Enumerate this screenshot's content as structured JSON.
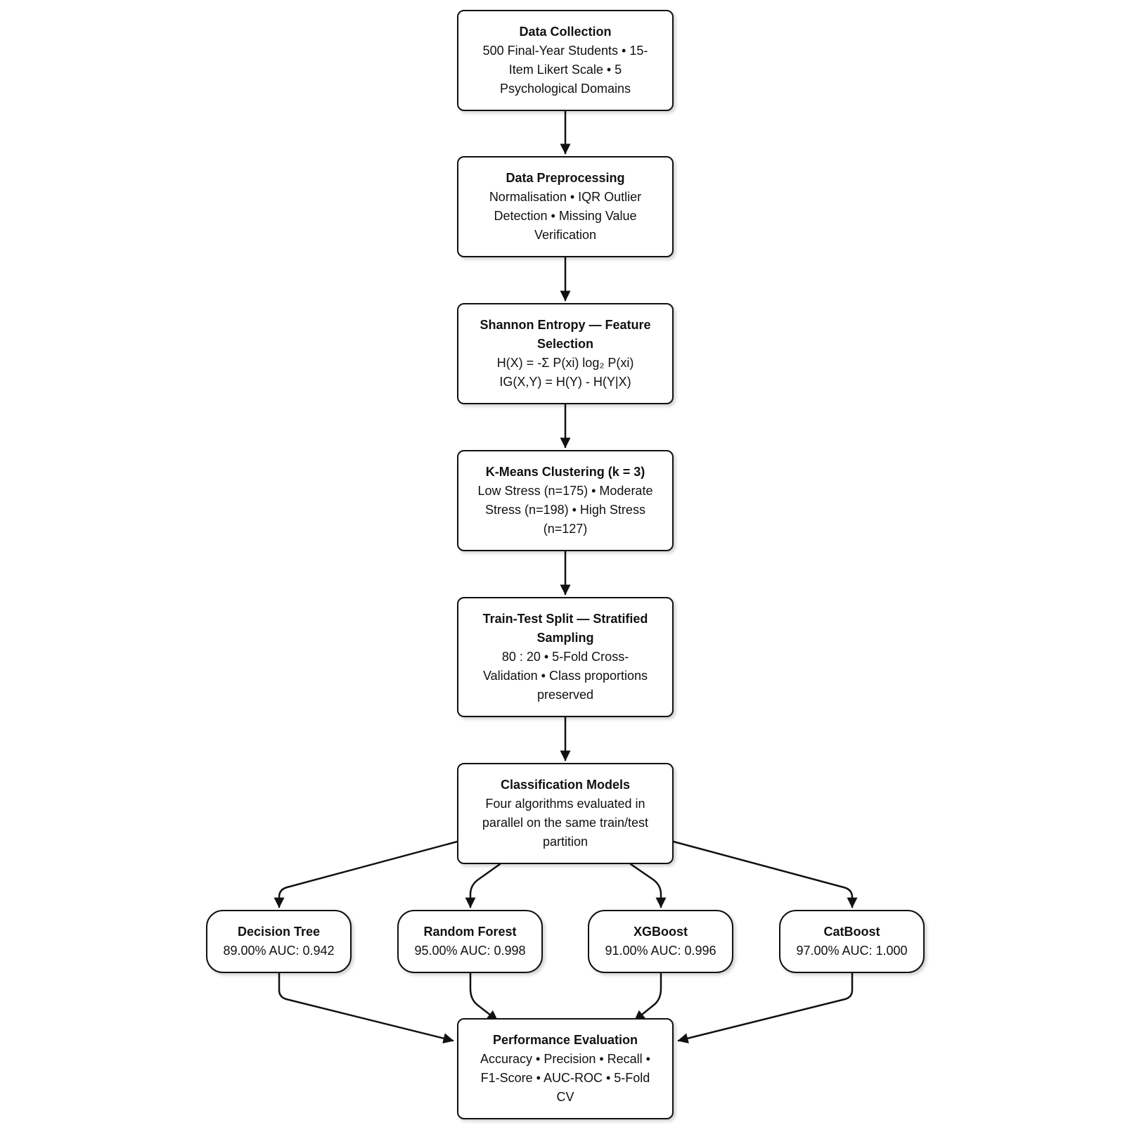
{
  "diagram": {
    "nodes": {
      "collect": {
        "title": "Data Collection",
        "lines": [
          "500 Final-Year Students • 15-",
          "Item Likert Scale • 5",
          "Psychological Domains"
        ]
      },
      "preproc": {
        "title": "Data Preprocessing",
        "lines": [
          "Normalisation • IQR Outlier",
          "Detection • Missing Value",
          "Verification"
        ]
      },
      "entropy": {
        "title_lines": [
          "Shannon Entropy — Feature",
          "Selection"
        ],
        "lines": [
          "H(X) = -Σ P(xi) log₂ P(xi)",
          "IG(X,Y) = H(Y) - H(Y|X)"
        ]
      },
      "kmeans": {
        "title": "K-Means Clustering (k = 3)",
        "lines": [
          "Low Stress (n=175) • Moderate",
          "Stress (n=198) • High Stress",
          "(n=127)"
        ]
      },
      "split": {
        "title_lines": [
          "Train-Test Split — Stratified",
          "Sampling"
        ],
        "lines": [
          "80 : 20 • 5-Fold Cross-",
          "Validation • Class proportions",
          "preserved"
        ]
      },
      "classify": {
        "title": "Classification Models",
        "lines": [
          "Four algorithms evaluated in",
          "parallel on the same train/test",
          "partition"
        ]
      },
      "models": [
        {
          "title": "Decision Tree",
          "metrics": "89.00% AUC: 0.942"
        },
        {
          "title": "Random Forest",
          "metrics": "95.00% AUC: 0.998"
        },
        {
          "title": "XGBoost",
          "metrics": "91.00% AUC: 0.996"
        },
        {
          "title": "CatBoost",
          "metrics": "97.00% AUC: 1.000"
        }
      ],
      "eval": {
        "title": "Performance Evaluation",
        "lines": [
          "Accuracy • Precision • Recall •",
          "F1-Score • AUC-ROC • 5-Fold",
          "CV"
        ]
      }
    },
    "edges": [
      [
        "collect",
        "preproc"
      ],
      [
        "preproc",
        "entropy"
      ],
      [
        "entropy",
        "kmeans"
      ],
      [
        "kmeans",
        "split"
      ],
      [
        "split",
        "classify"
      ],
      [
        "classify",
        "decision-tree"
      ],
      [
        "classify",
        "random-forest"
      ],
      [
        "classify",
        "xgboost"
      ],
      [
        "classify",
        "catboost"
      ],
      [
        "decision-tree",
        "eval"
      ],
      [
        "random-forest",
        "eval"
      ],
      [
        "xgboost",
        "eval"
      ],
      [
        "catboost",
        "eval"
      ]
    ],
    "colors": {
      "stroke": "#111111",
      "fill": "#ffffff"
    }
  }
}
